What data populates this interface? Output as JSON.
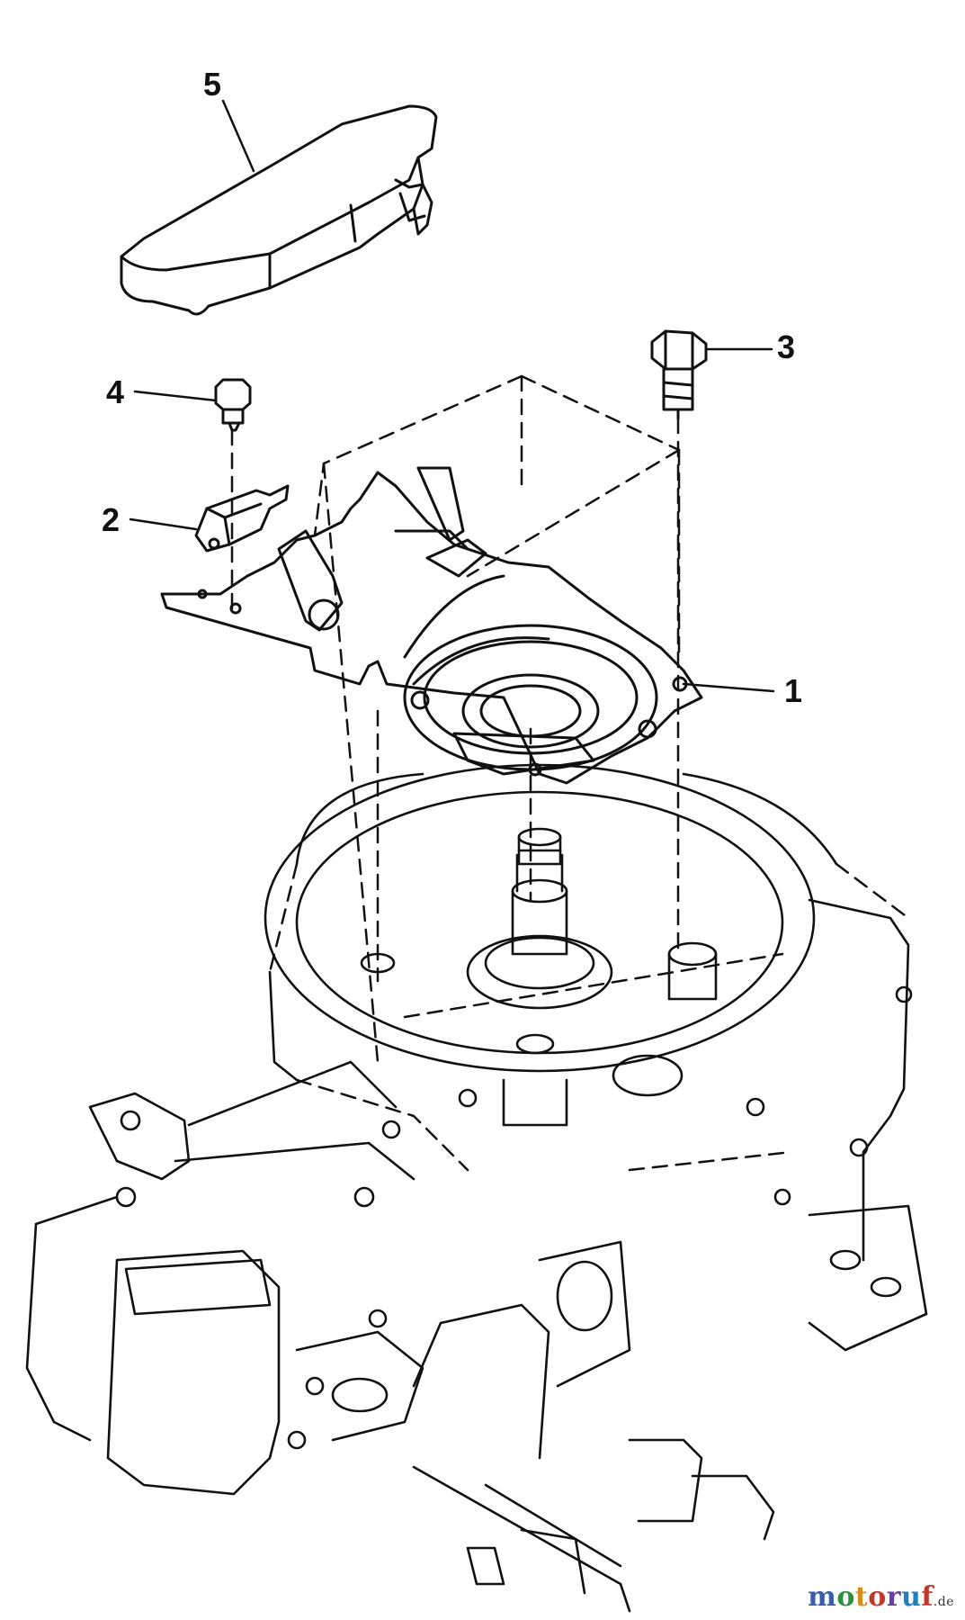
{
  "diagram": {
    "callouts": [
      {
        "id": "1",
        "label": "1"
      },
      {
        "id": "2",
        "label": "2"
      },
      {
        "id": "3",
        "label": "3"
      },
      {
        "id": "4",
        "label": "4"
      },
      {
        "id": "5",
        "label": "5"
      }
    ]
  },
  "watermark": {
    "text": "motoruf",
    "tld": ".de",
    "colors": [
      "#3b5ea8",
      "#2f8f3a",
      "#d98b1c",
      "#c0392b",
      "#6b3fa0",
      "#1f7fbf",
      "#c0392b"
    ]
  }
}
